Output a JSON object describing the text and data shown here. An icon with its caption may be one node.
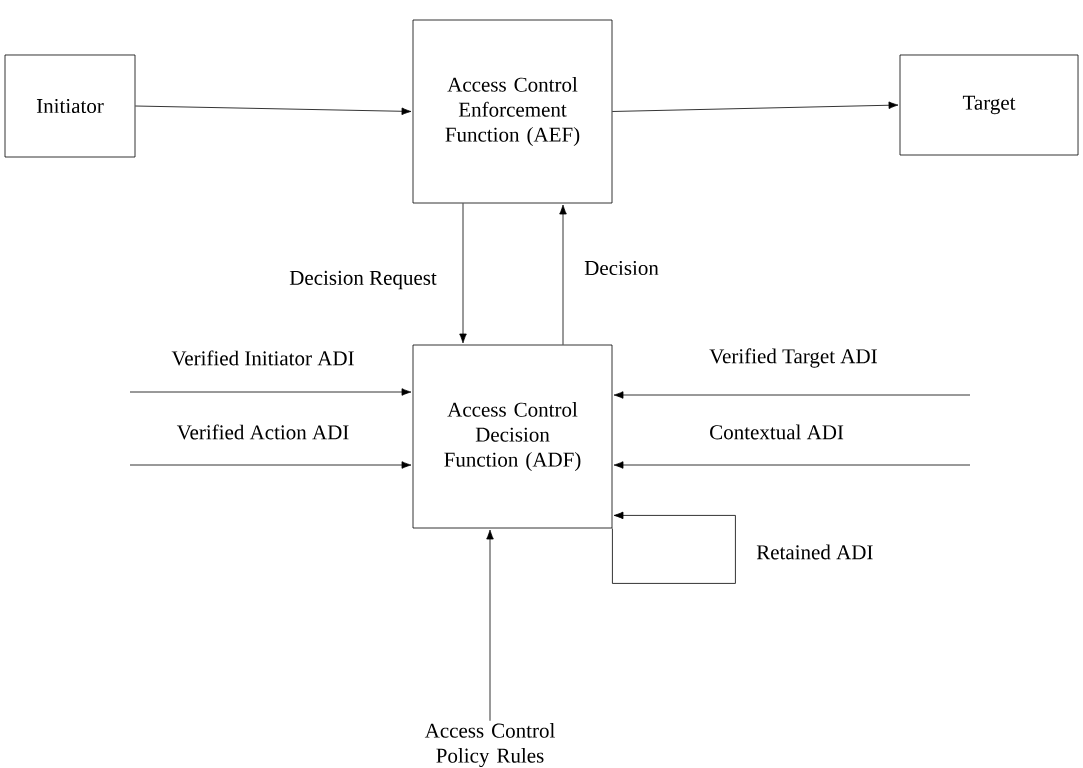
{
  "diagram": {
    "nodes": [
      {
        "text": [
          "Initiator"
        ]
      },
      {
        "text": [
          "Access Control Enforcement Function (AEF)"
        ]
      },
      {
        "text": [
          "Target"
        ]
      },
      {
        "text": [
          "Access Control Decision Function (ADF)"
        ]
      },
      {
        "text": [
          "Access Control Policy Rules"
        ]
      }
    ],
    "edges": [
      {
        "from": 0,
        "to": 1,
        "arrow": "to"
      },
      {
        "from": 1,
        "to": 2,
        "arrow": "to"
      },
      {
        "from": 1,
        "to": 3,
        "arrow": "to",
        "label": "Decision Request"
      },
      {
        "from": 3,
        "to": 1,
        "arrow": "to",
        "label": "Decision"
      },
      {
        "from": null,
        "to": 3,
        "arrow": "to",
        "label": "Verified Initiator ADI"
      },
      {
        "from": null,
        "to": 3,
        "arrow": "to",
        "label": "Verified Action ADI"
      },
      {
        "from": null,
        "to": 3,
        "arrow": "to",
        "label": "Verified Target ADI"
      },
      {
        "from": null,
        "to": 3,
        "arrow": "to",
        "label": "Contextual ADI"
      },
      {
        "from": 3,
        "to": 3,
        "arrow": "to",
        "label": "Retained ADI"
      },
      {
        "from": 4,
        "to": 3,
        "arrow": "to"
      }
    ]
  }
}
